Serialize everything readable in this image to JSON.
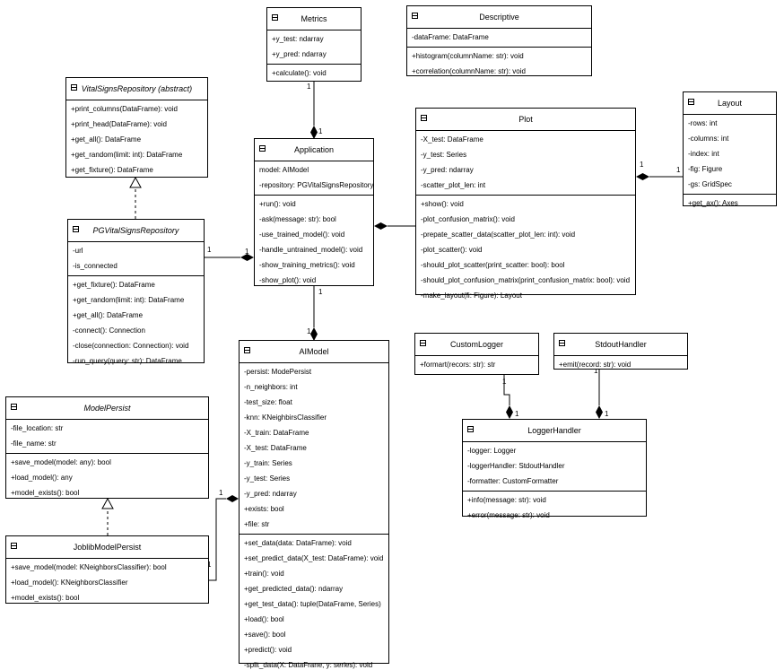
{
  "classes": {
    "metrics": {
      "name": "Metrics",
      "attributes": [
        "+y_test: ndarray",
        "+y_pred: ndarray"
      ],
      "methods": [
        "+calculate(): void"
      ]
    },
    "descriptive": {
      "name": "Descriptive",
      "attributes": [
        "-dataFrame: DataFrame"
      ],
      "methods": [
        "+histogram(columnName: str): void",
        "+correlation(columnName: str): void"
      ]
    },
    "vitalsigns": {
      "name": "VitalSignsRepository (abstract)",
      "attributes": [],
      "methods": [
        "+print_columns(DataFrame): void",
        "+print_head(DataFrame): void",
        "+get_all(): DataFrame",
        "+get_random(limit: int): DataFrame",
        "+get_fixture(): DataFrame"
      ]
    },
    "application": {
      "name": "Application",
      "attributes": [
        "model: AIModel",
        "-repository: PGVitalSignsRepository"
      ],
      "methods": [
        "+run(): void",
        "-ask(message: str): bool",
        "-use_trained_model(): void",
        "-handle_untrained_model(): void",
        "-show_training_metrics(): void",
        "-show_plot(): void"
      ]
    },
    "plot": {
      "name": "Plot",
      "attributes": [
        "-X_test: DataFrame",
        "-y_test: Series",
        "-y_pred: ndarray",
        "-scatter_plot_len: int"
      ],
      "methods": [
        "+show(): void",
        "-plot_confusion_matrix(): void",
        "-prepate_scatter_data(scatter_plot_len: int): void",
        "-plot_scatter(): void",
        "-should_plot_scatter(print_scatter: bool): bool",
        "-should_plot_confusion_matrix(print_confusion_matrix: bool): void",
        "-make_layout(fi: Figure): Layout"
      ]
    },
    "layout": {
      "name": "Layout",
      "attributes": [
        "-rows: int",
        "-columns: int",
        "-index: int",
        "-fig: Figure",
        "-gs: GridSpec"
      ],
      "methods": [
        "+get_ax():  Axes"
      ]
    },
    "pgvitalsigns": {
      "name": "PGVitalSignsRepository",
      "attributes": [
        "-url",
        "-is_connected"
      ],
      "methods": [
        "+get_fixture(): DataFrame",
        "+get_random(limit: int): DataFrame",
        "+get_all(): DataFrame",
        "-connect(): Connection",
        "-close(connection: Connection): void",
        "-run_query(query: str): DataFrame"
      ]
    },
    "aimodel": {
      "name": "AIModel",
      "attributes": [
        "-persist: ModePersist",
        "-n_neighbors: int",
        "-test_size: float",
        "-knn: KNeighbirsClassifier",
        "-X_train: DataFrame",
        "-X_test: DataFrame",
        "-y_train: Series",
        "-y_test: Series",
        "-y_pred: ndarray",
        "+exists: bool",
        "+file: str"
      ],
      "methods": [
        "+set_data(data: DataFrame): void",
        "+set_predict_data(X_test: DataFrame): void",
        "+train(): void",
        "+get_predicted_data(): ndarray",
        "+get_test_data(): tuple(DataFrame, Series)",
        "+load(): bool",
        "+save(): bool",
        "+predict(): void",
        "-split_data(X: DataFrane, y: series): void"
      ]
    },
    "modelpersist": {
      "name": "ModelPersist",
      "attributes": [
        "-file_location: str",
        "-file_name: str"
      ],
      "methods": [
        "+save_model(model: any): bool",
        "+load_model(): any",
        "+model_exists(): bool"
      ]
    },
    "joblib": {
      "name": "JoblibModelPersist",
      "attributes": [],
      "methods": [
        "+save_model(model: KNeighborsClassifier): bool",
        "+load_model(): KNeighborsClassifier",
        "+model_exists(): bool"
      ]
    },
    "customlogger": {
      "name": "CustomLogger",
      "attributes": [],
      "methods": [
        "+formart(recors: str): str"
      ]
    },
    "stdouthandler": {
      "name": "StdoutHandler",
      "attributes": [],
      "methods": [
        "+emit(record: str): void"
      ]
    },
    "loggerhandler": {
      "name": "LoggerHandler",
      "attributes": [
        "-logger: Logger",
        "-loggerHandler: StdoutHandler",
        "-formatter: CustomFormatter"
      ],
      "methods": [
        "+info(message: str): void",
        "+error(message: str): void"
      ]
    }
  },
  "multiplicities": {
    "metrics_app_source": "1",
    "metrics_app_target": "1",
    "pg_app_source": "1",
    "pg_app_target": "1",
    "app_ai_source": "1",
    "app_ai_target": "1",
    "layout_plot_source": "1",
    "layout_plot_target": "1",
    "joblib_ai_source": "1",
    "joblib_ai_target": "1",
    "cl_lh_source": "1",
    "cl_lh_target": "1",
    "sh_lh_source": "1",
    "sh_lh_target": "1"
  },
  "colors": {
    "line": "#000000",
    "background": "#ffffff"
  }
}
